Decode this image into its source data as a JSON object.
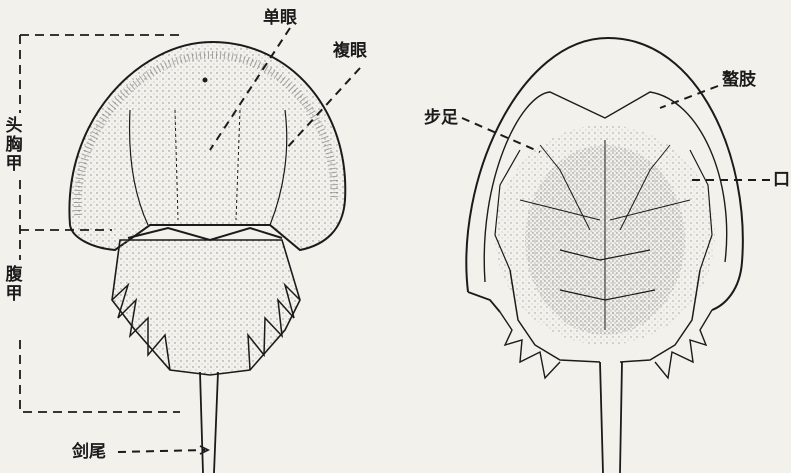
{
  "labels": {
    "ocellus": "单眼",
    "compound_eye": "複眼",
    "cephalothorax": "头胸甲",
    "abdomen": "腹甲",
    "telson": "剑尾",
    "walking_legs": "步足",
    "chelicerae": "螯肢",
    "mouth": "口"
  },
  "colors": {
    "ink": "#1b1b1b",
    "paper": "#f3f1ec",
    "stipple": "#8a8a8a"
  }
}
